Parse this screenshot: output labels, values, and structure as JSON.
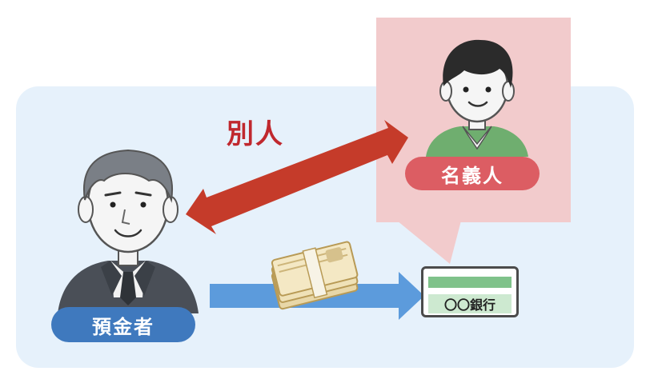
{
  "labels": {
    "depositor": "預金者",
    "nominee": "名義人",
    "different_person": "別人",
    "bank_name": "〇〇銀行"
  },
  "icons": {
    "depositor": "older-man-in-suit-icon",
    "nominee": "young-man-icon",
    "money": "banknote-bundle-icon",
    "bank_card": "bank-card-icon",
    "double_arrow": "double-headed-arrow-icon",
    "transfer_arrow": "right-arrow-icon"
  },
  "colors": {
    "panel_background": "#e6f1fb",
    "speech_bubble": "#f2cbcc",
    "depositor_pill": "#3f79be",
    "nominee_pill": "#dc5d63",
    "double_arrow": "#c53b2a",
    "transfer_arrow": "#5c9bdc",
    "different_person_text": "#c0282e"
  }
}
